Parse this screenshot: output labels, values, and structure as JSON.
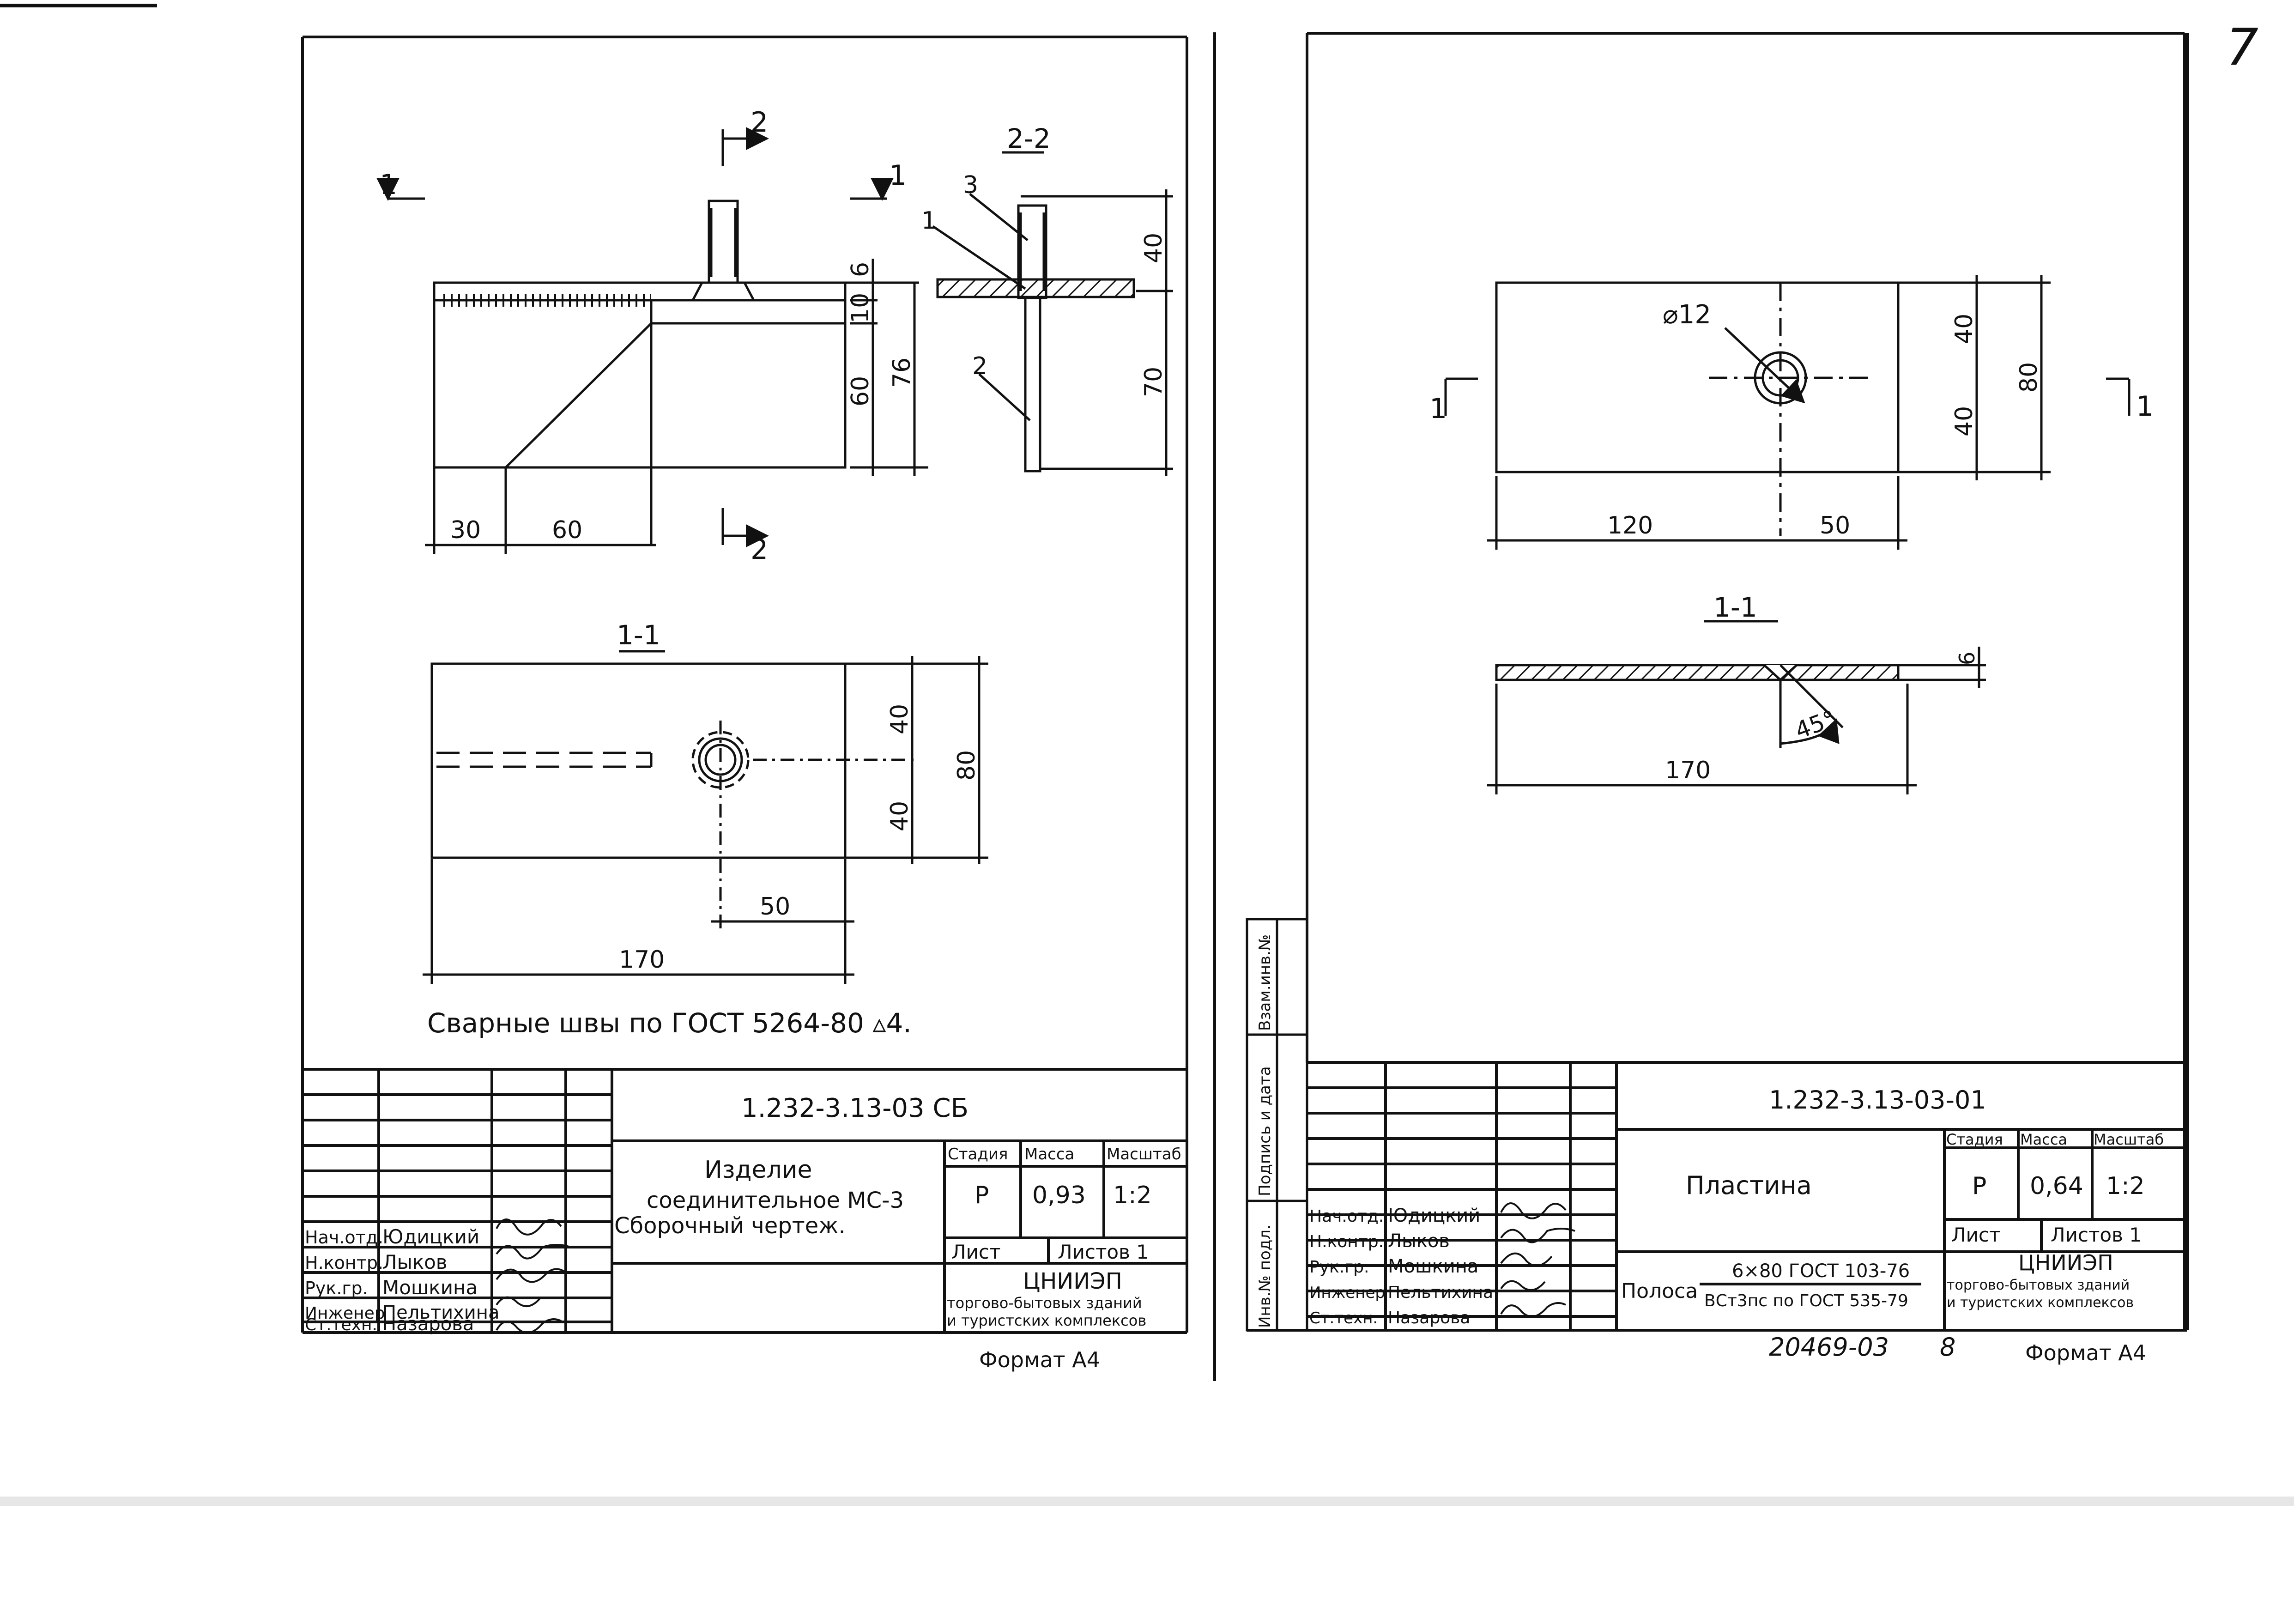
{
  "page_number": "7",
  "left_sheet": {
    "section_markers": {
      "sec1": "1",
      "sec2": "2"
    },
    "section_titles": {
      "view_2_2": "2-2",
      "view_1_1": "1-1"
    },
    "part_callouts": [
      "1",
      "2",
      "3"
    ],
    "front_view_dims": {
      "d6": "6",
      "d10": "10",
      "d60": "60",
      "d76": "76",
      "d30": "30",
      "d60w": "60"
    },
    "section_2_2_dims": {
      "d40": "40",
      "d70": "70"
    },
    "plan_dims": {
      "d40a": "40",
      "d40b": "40",
      "d80": "80",
      "d50": "50",
      "d170": "170"
    },
    "weld_note": "Сварные швы по ГОСТ 5264-80 ▵4.",
    "title_block": {
      "doc_code": "1.232-3.13-03 СБ",
      "title_lines": [
        "Изделие",
        "соединительное МС-3",
        "Сборочный чертеж."
      ],
      "headers": {
        "stage": "Стадия",
        "mass": "Масса",
        "scale": "Масштаб"
      },
      "values": {
        "stage": "Р",
        "mass": "0,93",
        "scale": "1:2"
      },
      "sheet_label": "Лист",
      "sheets_label": "Листов 1",
      "org_name": "ЦНИИЭП",
      "org_lines": [
        "торгово-бытовых зданий",
        "и туристских комплексов"
      ],
      "signatories": [
        {
          "role": "Нач.отд.",
          "name": "Юдицкий"
        },
        {
          "role": "Н.контр.",
          "name": "Лыков"
        },
        {
          "role": "Рук.гр.",
          "name": "Мошкина"
        },
        {
          "role": "Инженер",
          "name": "Пельтихина"
        },
        {
          "role": "Ст.техн.",
          "name": "Назарова"
        }
      ]
    },
    "format_label": "Формат А4"
  },
  "right_sheet": {
    "section_markers": {
      "sec1": "1"
    },
    "hole_label": "⌀12",
    "plan_dims": {
      "d40a": "40",
      "d40b": "40",
      "d80": "80",
      "d120": "120",
      "d50": "50"
    },
    "section_title": "1-1",
    "section_dims": {
      "d6": "6",
      "angle": "45°",
      "d170": "170"
    },
    "side_stamp": [
      "Инв.№ подл.",
      "Подпись и дата",
      "Взам.инв.№"
    ],
    "title_block": {
      "doc_code": "1.232-3.13-03-01",
      "title": "Пластина",
      "headers": {
        "stage": "Стадия",
        "mass": "Масса",
        "scale": "Масштаб"
      },
      "values": {
        "stage": "Р",
        "mass": "0,64",
        "scale": "1:2"
      },
      "sheet_label": "Лист",
      "sheets_label": "Листов 1",
      "material_prefix": "Полоса",
      "material_top": "6×80 ГОСТ 103-76",
      "material_bottom": "ВСт3пс по ГОСТ 535-79",
      "org_name": "ЦНИИЭП",
      "org_lines": [
        "торгово-бытовых зданий",
        "и туристских комплексов"
      ],
      "signatories": [
        {
          "role": "Нач.отд.",
          "name": "Юдицкий"
        },
        {
          "role": "Н.контр.",
          "name": "Лыков"
        },
        {
          "role": "Рук.гр.",
          "name": "Мошкина"
        },
        {
          "role": "Инженер",
          "name": "Пельтихина"
        },
        {
          "role": "Ст.техн.",
          "name": "Назарова"
        }
      ]
    },
    "archive_number": "20469-03",
    "archive_sheet": "8",
    "format_label": "Формат А4"
  }
}
